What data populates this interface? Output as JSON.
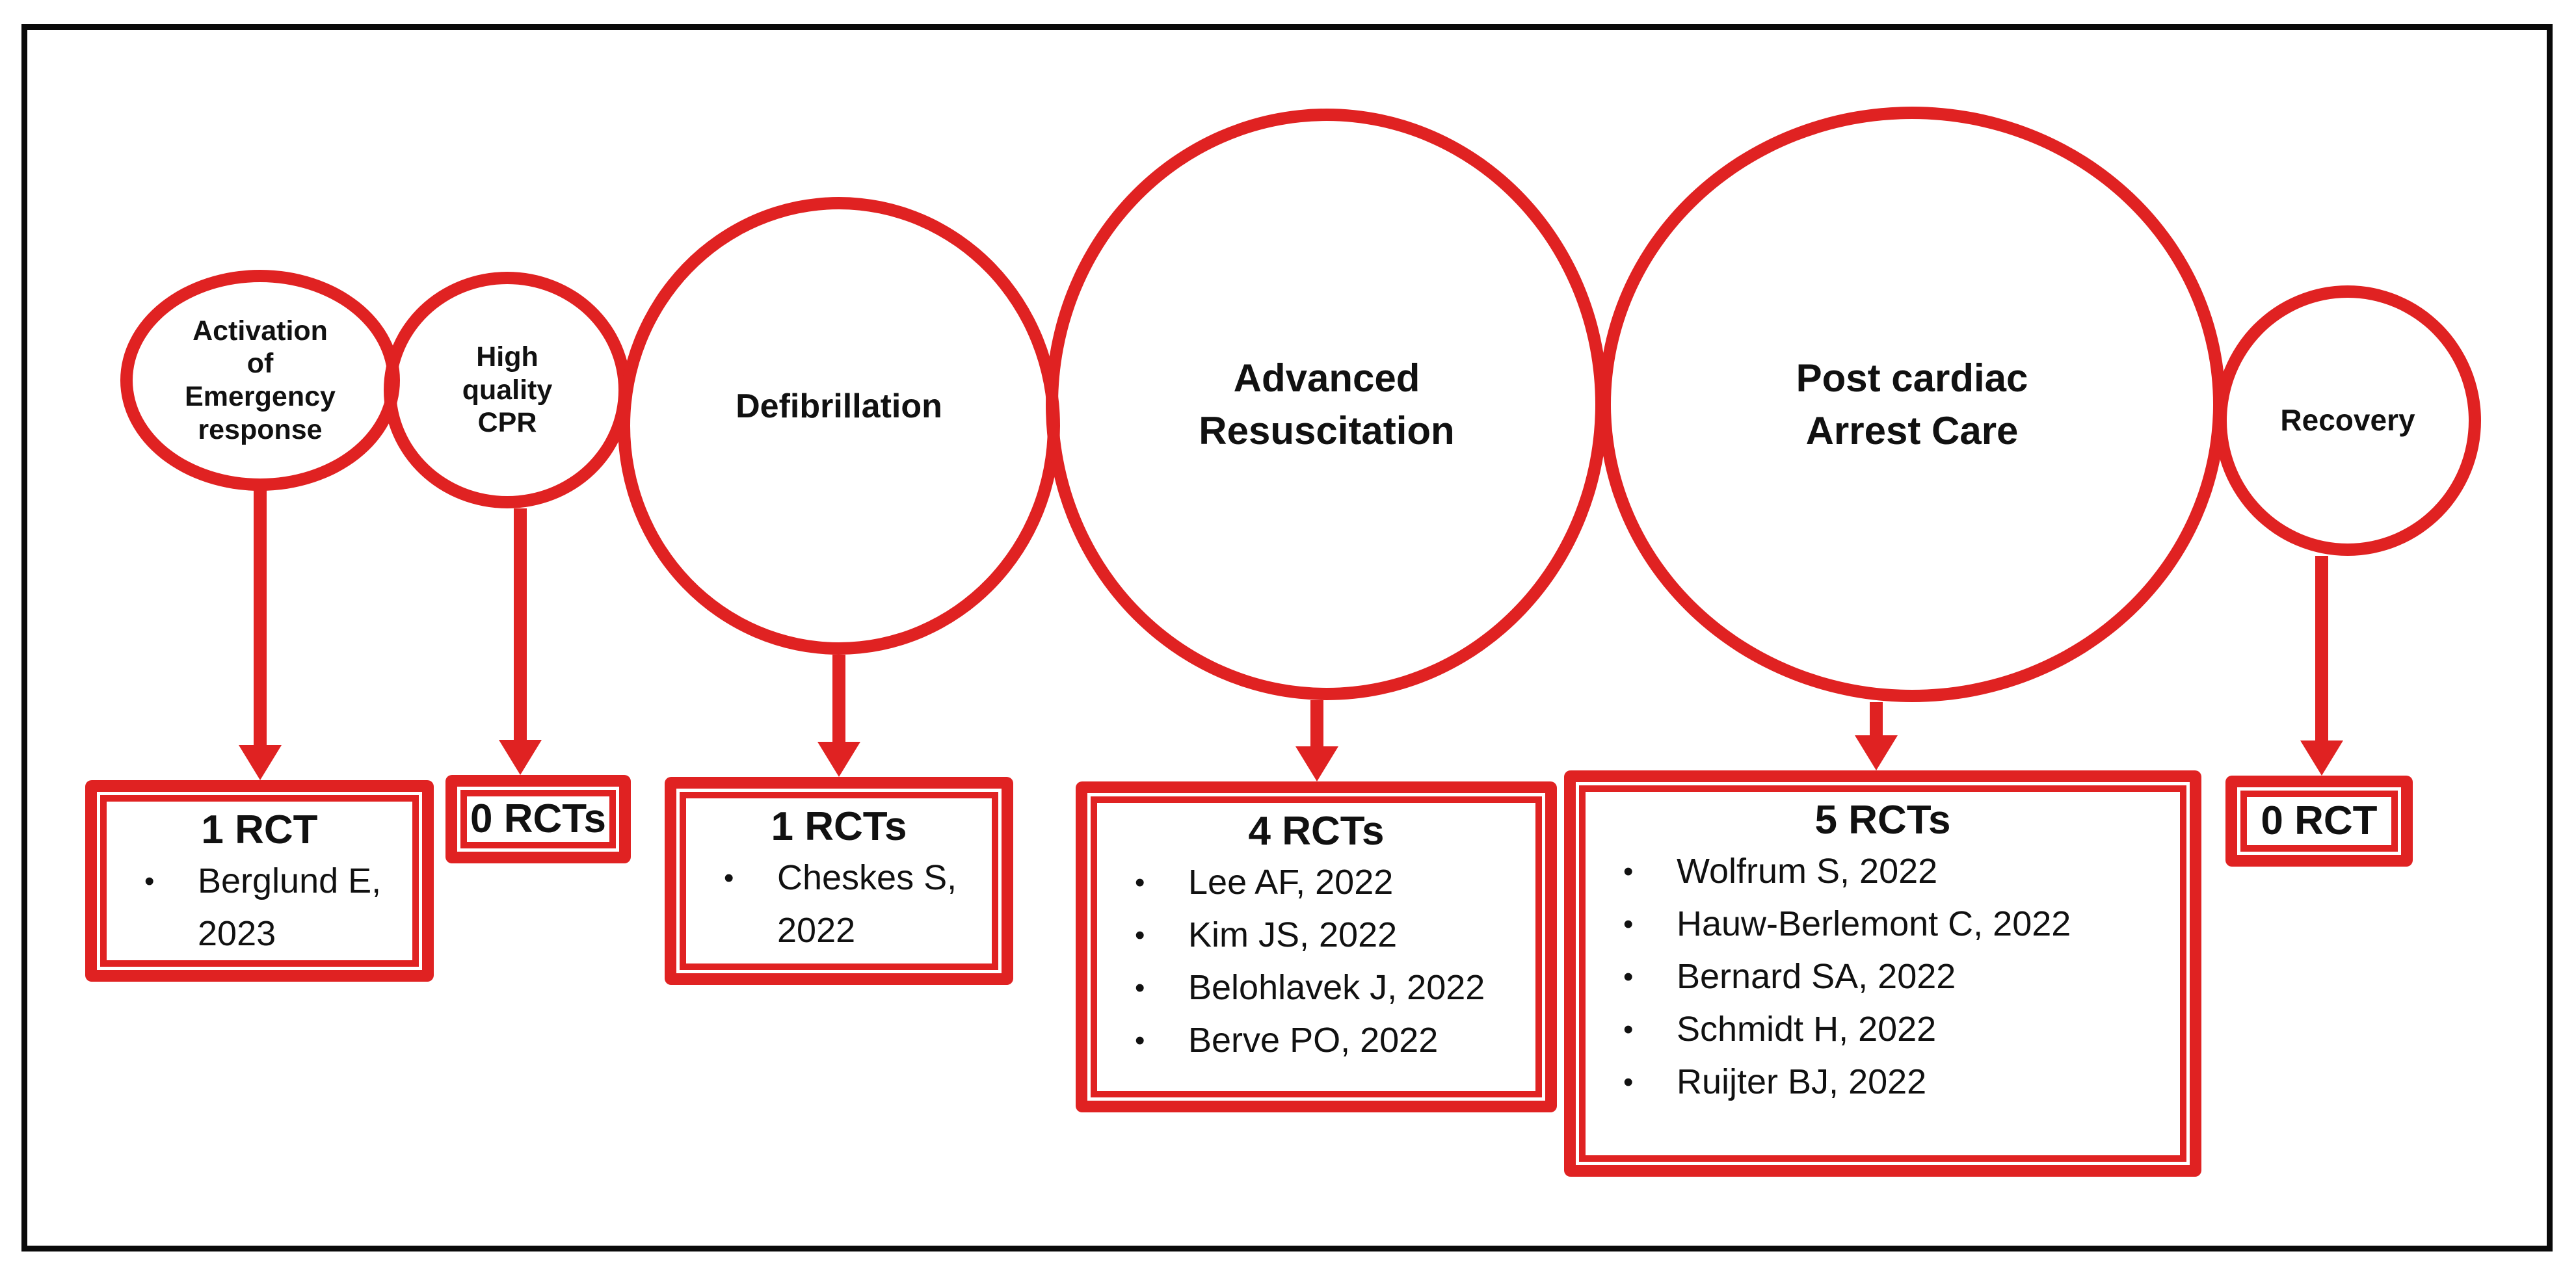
{
  "colors": {
    "accent_red": "#e02222",
    "frame_black": "#0a0a0a",
    "text_black": "#111111"
  },
  "stages": [
    {
      "id": "activation-of-emergency-response",
      "label": "Activation\nof\nEmergency\nresponse"
    },
    {
      "id": "high-quality-cpr",
      "label": "High\nquality\nCPR"
    },
    {
      "id": "defibrillation",
      "label": "Defibrillation"
    },
    {
      "id": "advanced-resuscitation",
      "label": "Advanced\nResuscitation"
    },
    {
      "id": "post-cardiac-arrest-care",
      "label": "Post cardiac\nArrest Care"
    },
    {
      "id": "recovery",
      "label": "Recovery"
    }
  ],
  "rct_boxes": [
    {
      "id": "activation",
      "title": "1 RCT",
      "items": [
        "Berglund E, 2023"
      ]
    },
    {
      "id": "cpr",
      "title": "0 RCTs",
      "items": []
    },
    {
      "id": "defibrillation",
      "title": "1 RCTs",
      "items": [
        "Cheskes S, 2022"
      ]
    },
    {
      "id": "advanced-resuscitation",
      "title": "4 RCTs",
      "items": [
        "Lee AF, 2022",
        "Kim JS, 2022",
        "Belohlavek J, 2022",
        "Berve PO, 2022"
      ]
    },
    {
      "id": "post-cardiac-arrest-care",
      "title": "5 RCTs",
      "items": [
        "Wolfrum S, 2022",
        "Hauw-Berlemont C, 2022",
        "Bernard SA, 2022",
        "Schmidt H, 2022",
        "Ruijter BJ, 2022"
      ]
    },
    {
      "id": "recovery",
      "title": "0 RCT",
      "items": []
    }
  ]
}
